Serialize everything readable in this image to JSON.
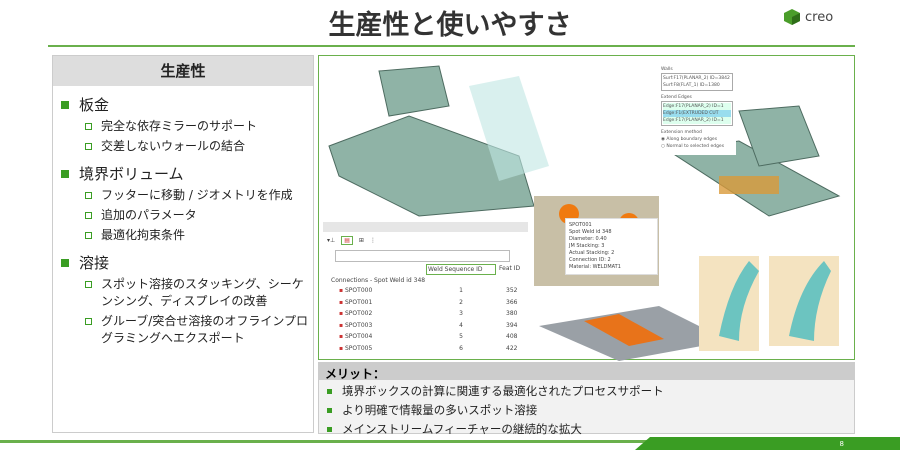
{
  "title": "生産性と使いやすさ",
  "logo": "creo",
  "left": {
    "heading": "生産性",
    "sections": [
      {
        "label": "板金",
        "items": [
          "完全な依存ミラーのサポート",
          "交差しないウォールの結合"
        ]
      },
      {
        "label": "境界ボリューム",
        "items": [
          "フッターに移動 / ジオメトリを作成",
          "追加のパラメータ",
          "最適化拘束条件"
        ]
      },
      {
        "label": "溶接",
        "items": [
          "スポット溶接のスタッキング、シーケンシング、ディスプレイの改善",
          "グルーブ/突合せ溶接のオフラインプログラミングへエクスポート"
        ]
      }
    ]
  },
  "tree": {
    "col1": "Weld Sequence ID",
    "col2": "Feat ID",
    "root": "Connections - Spot Weld id 348",
    "rows": [
      [
        "SPOT000",
        "1",
        "352"
      ],
      [
        "SPOT001",
        "2",
        "366"
      ],
      [
        "SPOT002",
        "3",
        "380"
      ],
      [
        "SPOT003",
        "4",
        "394"
      ],
      [
        "SPOT004",
        "5",
        "408"
      ],
      [
        "SPOT005",
        "6",
        "422"
      ]
    ]
  },
  "tooltip": [
    "SPOT001",
    "Spot Weld id 348",
    "Diameter: 0.40",
    "JM Stacking: 3",
    "Actual Stacking: 2",
    "Connection ID: 2",
    "Material: WELDMAT1"
  ],
  "dialog": {
    "walls": "Walls",
    "wall_items": [
      "Surf:F17(PLANAR_2) ID=3842",
      "Surf:F8(FLAT_1) ID=1380"
    ],
    "extend": "Extend Edges",
    "edge_items": [
      "Edge:F17(PLANAR_2) ID=1",
      "Edge:F1(EXTRUDED CUT",
      "Edge:F17(PLANAR_2) ID=1"
    ],
    "method": "Extension method",
    "opt1": "Along boundary edges",
    "opt2": "Normal to selected edges"
  },
  "merit": {
    "heading": "メリット：",
    "items": [
      "境界ボックスの計算に関連する最適化されたプロセスサポート",
      "より明確で情報量の多いスポット溶接",
      "メインストリームフィーチャーの継続的な拡大"
    ]
  },
  "page": "8",
  "colors": {
    "accent": "#3a9d23",
    "model": "#7fa89a"
  }
}
